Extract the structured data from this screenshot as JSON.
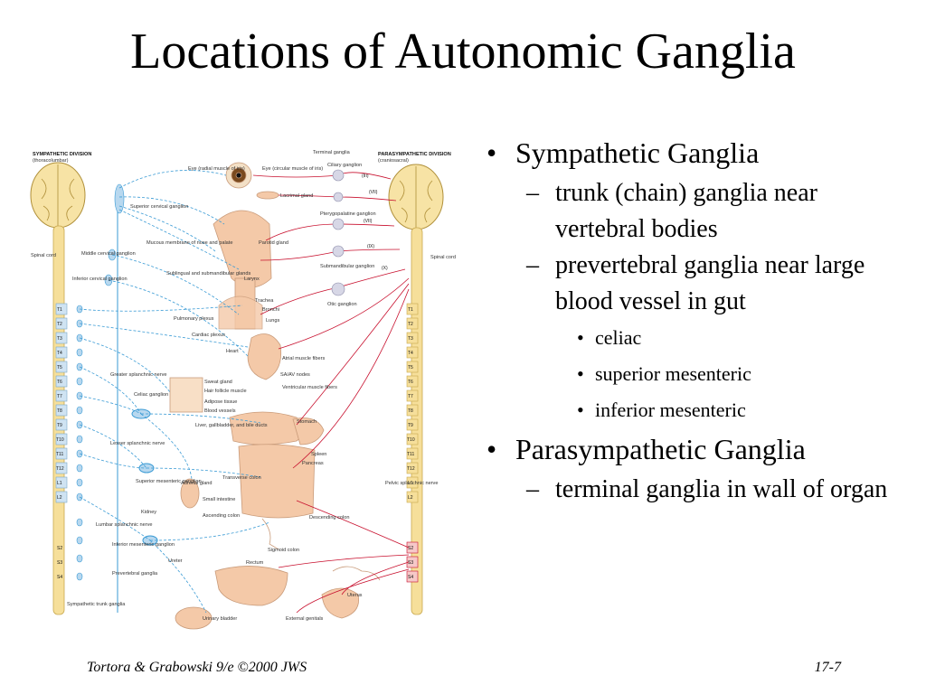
{
  "title": "Locations of Autonomic Ganglia",
  "bullets": [
    {
      "text": "Sympathetic Ganglia",
      "children": [
        {
          "text": "trunk (chain) ganglia near vertebral bodies"
        },
        {
          "text": "prevertebral ganglia near large blood vessel in gut",
          "children": [
            {
              "text": "celiac"
            },
            {
              "text": "superior mesenteric"
            },
            {
              "text": "inferior mesenteric"
            }
          ]
        }
      ]
    },
    {
      "text": "Parasympathetic Ganglia",
      "children": [
        {
          "text": "terminal ganglia in wall of organ"
        }
      ]
    }
  ],
  "footer": {
    "left": "Tortora & Grabowski 9/e ©2000 JWS",
    "right": "17-7"
  },
  "figure": {
    "left_header": [
      "SYMPATHETIC DIVISION",
      "(thoracolumbar)"
    ],
    "right_header": [
      "PARASYMPATHETIC DIVISION",
      "(craniosacral)"
    ],
    "spinal_cord": "Spinal cord",
    "left_vertebrae": [
      "T1",
      "T2",
      "T3",
      "T4",
      "T5",
      "T6",
      "T7",
      "T8",
      "T9",
      "T10",
      "T11",
      "T12",
      "L1",
      "L2"
    ],
    "right_vertebrae": [
      "T1",
      "T2",
      "T3",
      "T4",
      "T5",
      "T6",
      "T7",
      "T8",
      "T9",
      "T10",
      "T11",
      "T12",
      "L1",
      "L2",
      "S2",
      "S3",
      "S4"
    ],
    "sacral_left": [
      "S2",
      "S3",
      "S4"
    ],
    "cranial_nerves": [
      "(III)",
      "(VII)",
      "(IX)",
      "(X)"
    ],
    "labels": {
      "terminal_ganglia": "Terminal ganglia",
      "eye_radial": "Eye (radial muscle of iris)",
      "eye_circular": "Eye (circular muscle of iris)",
      "ciliary": "Ciliary ganglion",
      "lacrimal": "Lacrimal gland",
      "pterygo": "Pterygopalatine ganglion",
      "superior_cervical": "Superior cervical ganglion",
      "mucous": "Mucous membrane of nose and palate",
      "parotid": "Parotid gland",
      "submandibular": "Submandibular ganglion",
      "middle_cervical": "Middle cervical ganglion",
      "sublingual": "Sublingual and submandibular glands",
      "larynx": "Larynx",
      "inferior_cervical": "Inferior cervical ganglion",
      "trachea": "Trachea",
      "bronchi": "Bronchi",
      "lungs": "Lungs",
      "otic": "Otic ganglion",
      "pulmonary": "Pulmonary plexus",
      "cardiac": "Cardiac plexus",
      "heart": "Heart",
      "atrial": "Atrial muscle fibers",
      "sa_av": "SA/AV nodes",
      "ventricular": "Ventricular muscle fibers",
      "greater_splanchnic": "Greater splanchnic nerve",
      "sweat": "Sweat gland",
      "hair": "Hair follicle muscle",
      "adipose": "Adipose tissue",
      "blood_vessels": "Blood vessels",
      "celiac_ganglion": "Celiac ganglion",
      "liver": "Liver, gallbladder, and bile ducts",
      "stomach": "Stomach",
      "lesser_splanchnic": "Lesser splanchnic nerve",
      "spleen": "Spleen",
      "pancreas": "Pancreas",
      "superior_mesenteric": "Superior mesenteric ganglion",
      "transverse": "Transverse colon",
      "adrenal": "Adrenal gland",
      "small_intestine": "Small intestine",
      "ascending": "Ascending colon",
      "kidney": "Kidney",
      "descending": "Descending colon",
      "pelvic": "Pelvic splanchnic nerve",
      "lumbar": "Lumbar splanchnic nerve",
      "inferior_mesenteric": "Inferior mesenteric ganglion",
      "ureter": "Ureter",
      "sigmoid": "Sigmoid colon",
      "rectum": "Rectum",
      "prevertebral": "Prevertebral ganglia",
      "sympathetic_trunk": "Sympathetic trunk ganglia",
      "uterus": "Uterus",
      "urinary_bladder": "Urinary bladder",
      "external_genitals": "External genitals"
    }
  },
  "colors": {
    "sympathetic": "#3a9bd5",
    "parasympathetic": "#c8102e",
    "organ": "#f4c9a8",
    "cord": "#f6df9a",
    "brain": "#f7e3a5"
  }
}
